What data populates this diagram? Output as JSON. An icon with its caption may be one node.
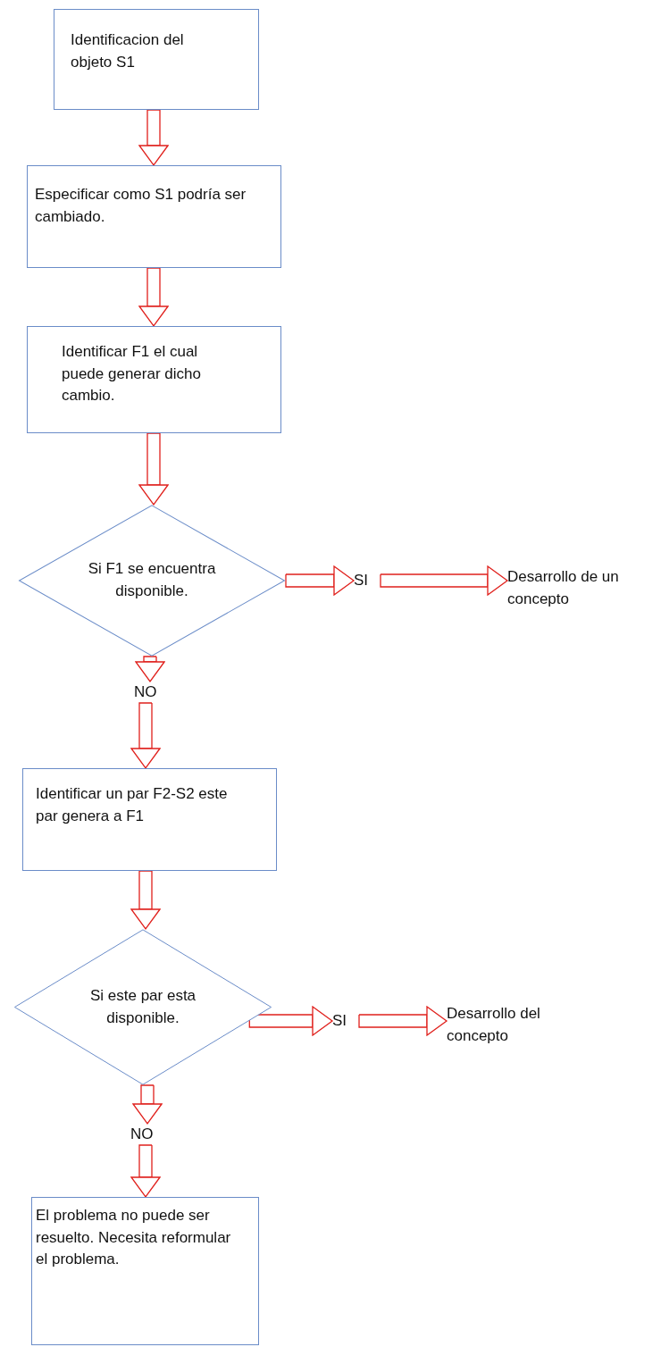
{
  "diagram": {
    "nodes": [
      {
        "text": [
          "Identificacion del objeto S1"
        ]
      },
      {
        "text": [
          "Especificar como S1 podría ser cambiado."
        ]
      },
      {
        "text": [
          "Identificar F1 el cual puede generar dicho cambio."
        ]
      },
      {
        "text": [
          "Si F1 se encuentra disponible."
        ]
      },
      {
        "text": [
          "SI"
        ]
      },
      {
        "text": [
          "Desarrollo de un concepto"
        ]
      },
      {
        "text": [
          "NO"
        ]
      },
      {
        "text": [
          "Identificar un par F2-S2 este par genera a F1"
        ]
      },
      {
        "text": [
          "Si este par esta disponible."
        ]
      },
      {
        "text": [
          "SI"
        ]
      },
      {
        "text": [
          "Desarrollo del concepto"
        ]
      },
      {
        "text": [
          "NO"
        ]
      },
      {
        "text": [
          "El problema no puede ser resuelto. Necesita reformular el problema."
        ]
      }
    ],
    "edges": [
      {
        "from": 0,
        "to": 1,
        "arrow": "to"
      },
      {
        "from": 1,
        "to": 2,
        "arrow": "to"
      },
      {
        "from": 2,
        "to": 3,
        "arrow": "to"
      },
      {
        "from": 3,
        "to": 4,
        "arrow": "to"
      },
      {
        "from": 4,
        "to": 5,
        "arrow": "to"
      },
      {
        "from": 3,
        "to": 6,
        "arrow": "to"
      },
      {
        "from": 6,
        "to": 7,
        "arrow": "to"
      },
      {
        "from": 7,
        "to": 8,
        "arrow": "to"
      },
      {
        "from": 8,
        "to": 9,
        "arrow": "to"
      },
      {
        "from": 9,
        "to": 10,
        "arrow": "to"
      },
      {
        "from": 8,
        "to": 11,
        "arrow": "to"
      },
      {
        "from": 11,
        "to": 12,
        "arrow": "to"
      }
    ]
  }
}
